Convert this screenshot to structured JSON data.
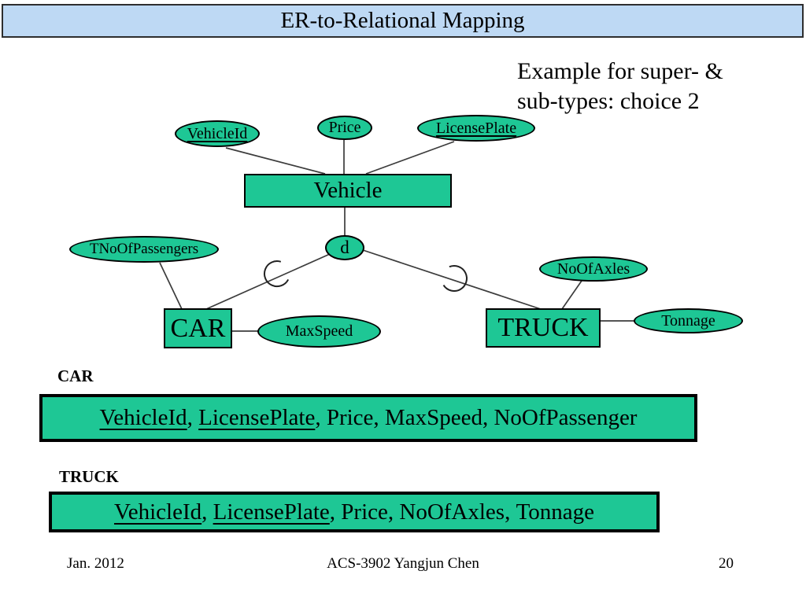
{
  "colors": {
    "title_bg": "#BED9F4",
    "shape_green": "#1EC795"
  },
  "header": {
    "title": "ER-to-Relational Mapping"
  },
  "heading": {
    "line1": "Example for super- &",
    "line2": "sub-types: choice 2"
  },
  "diagram": {
    "vehicle": "Vehicle",
    "car": "CAR",
    "truck": "TRUCK",
    "d": "d",
    "attr_vehicle_id": "VehicleId",
    "attr_price": "Price",
    "attr_license_plate": "LicensePlate",
    "attr_t_no_of_passengers": "TNoOfPassengers",
    "attr_max_speed": "MaxSpeed",
    "attr_no_of_axles": "NoOfAxles",
    "attr_tonnage": "Tonnage"
  },
  "relations": {
    "car": {
      "label": "CAR",
      "attrs": [
        {
          "t": "VehicleId",
          "sep": ", ",
          "key": true
        },
        {
          "t": "LicensePlate",
          "sep": ", ",
          "key": true
        },
        {
          "t": "Price",
          "sep": ", ",
          "key": false
        },
        {
          "t": "MaxSpeed",
          "sep": ", ",
          "key": false
        },
        {
          "t": "NoOfPassenger",
          "sep": "",
          "key": false
        }
      ]
    },
    "truck": {
      "label": "TRUCK",
      "attrs": [
        {
          "t": "VehicleId",
          "sep": ", ",
          "key": true
        },
        {
          "t": "LicensePlate",
          "sep": ", ",
          "key": true
        },
        {
          "t": "Price",
          "sep": ", ",
          "key": false
        },
        {
          "t": "NoOfAxles",
          "sep": ", ",
          "key": false
        },
        {
          "t": "Tonnage",
          "sep": "",
          "key": false
        }
      ]
    }
  },
  "footer": {
    "date": "Jan. 2012",
    "course": "ACS-3902 Yangjun Chen",
    "page": "20"
  }
}
